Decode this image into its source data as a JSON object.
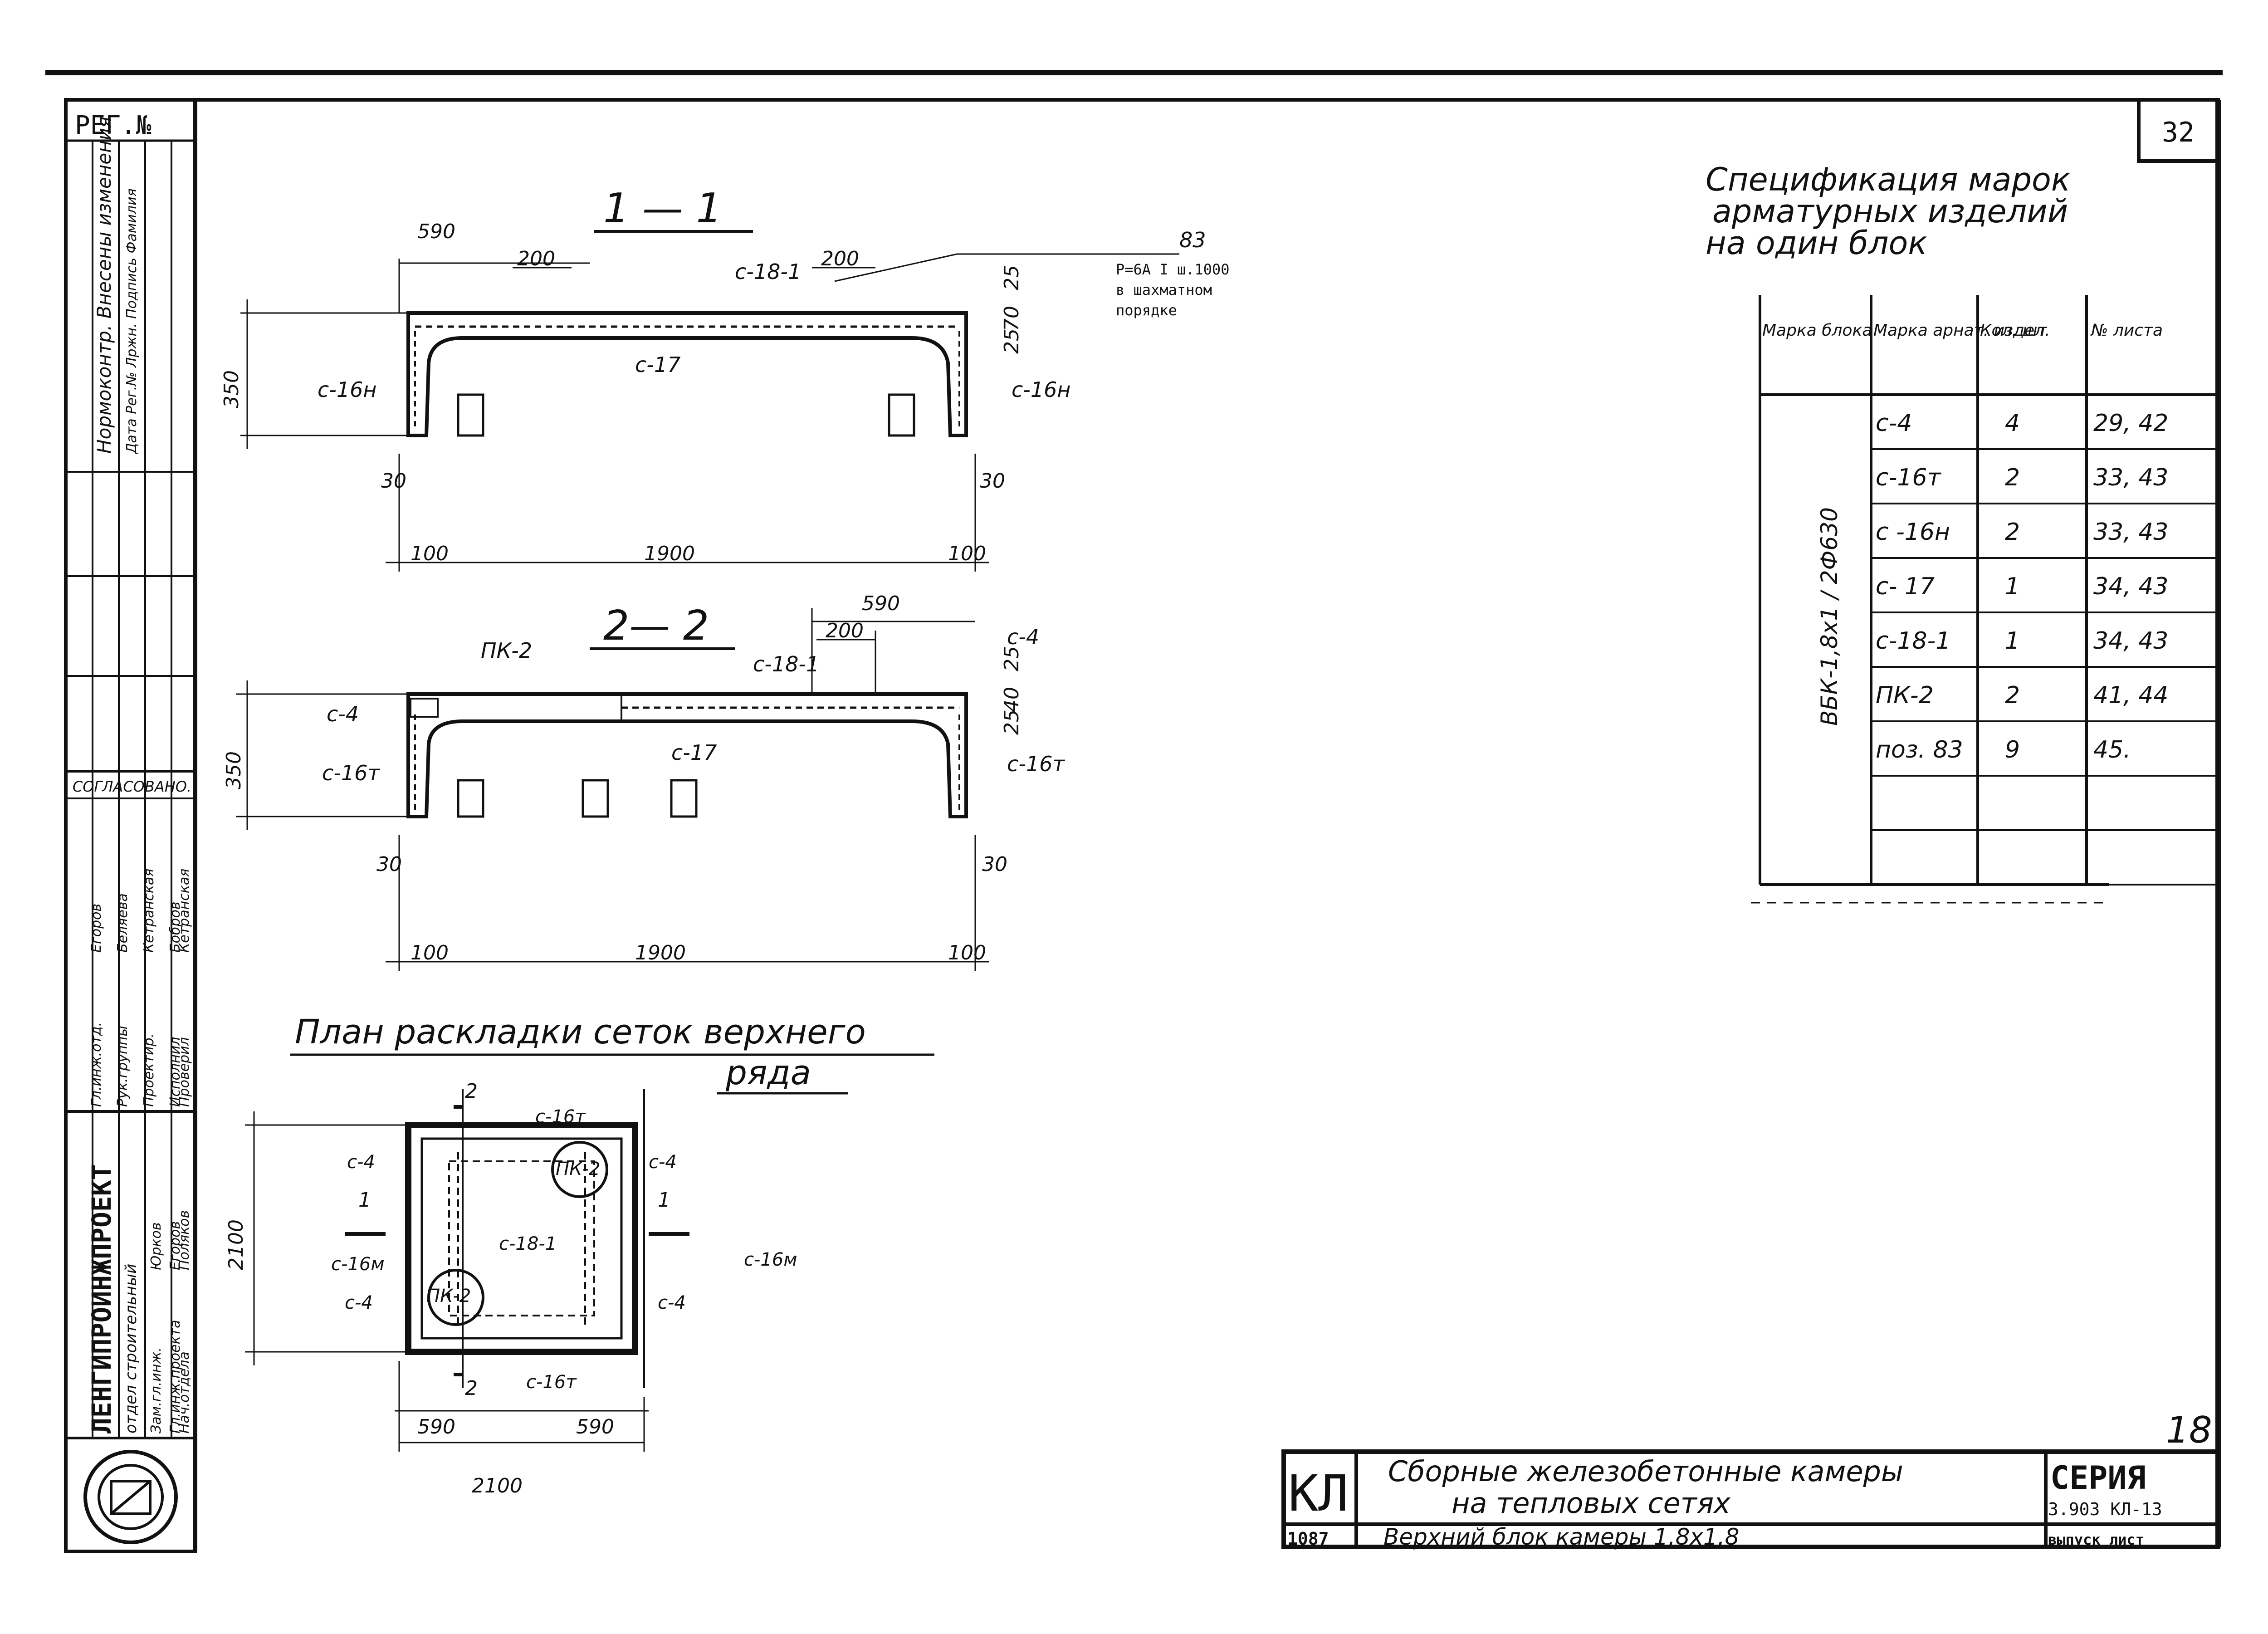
{
  "sheet": {
    "number": "32",
    "page_mark": "18"
  },
  "left_strip": {
    "reg_label": "РЕГ.№",
    "changes_title": "Нормоконтр. Внесены изменения",
    "changes_cols": "Дата Рег.№ Лржн. Подпись Фамилия",
    "agreed": "СОГЛАСОВАНО.",
    "org": "ЛЕНГИПРОИНЖПРОЕКТ",
    "dept": "отдел строительный",
    "roles": [
      "Гл.инж.отд.",
      "Рук.группы",
      "Проектир.",
      "Исполнил",
      "Проверил",
      "Зам.гл.инж.",
      "Гл.инж.проекта",
      "Нач.отдела"
    ],
    "names": [
      "Егоров",
      "Беляева",
      "Кетранская",
      "Бобров",
      "Кетранская",
      "Юрков",
      "Егоров",
      "Поляков"
    ]
  },
  "section_1": {
    "title": "1 — 1",
    "dims": [
      "590",
      "200",
      "200",
      "350",
      "30",
      "30",
      "100",
      "1900",
      "100",
      "25",
      "70",
      "25"
    ],
    "labels": [
      "с-18-1",
      "с-17",
      "с-16н",
      "с-16н"
    ],
    "pos_mark": "83",
    "note_lines": [
      "Р=6А I ш.1000",
      "в шахматном",
      "порядке"
    ]
  },
  "section_2": {
    "title": "2— 2",
    "dims": [
      "590",
      "200",
      "350",
      "30",
      "30",
      "100",
      "1900",
      "100",
      "25",
      "40",
      "25"
    ],
    "labels": [
      "ПК-2",
      "с-18-1",
      "с-4",
      "с-4",
      "с-16т",
      "с-17",
      "с-16т"
    ]
  },
  "plan": {
    "title_line1": "План раскладки сеток верхнего",
    "title_line2": "ряда",
    "dims": [
      "2100",
      "590",
      "590",
      "2100"
    ],
    "labels": [
      "с-16т",
      "с-4",
      "ПК-2",
      "с-4",
      "с-18-1",
      "с-16м",
      "с-16м",
      "ПК-2",
      "с-4",
      "с-4",
      "с-16т"
    ],
    "cut_marks": [
      "2",
      "1",
      "1",
      "2"
    ]
  },
  "specification": {
    "title_lines": [
      "Спецификация марок",
      "арматурных изделий",
      "на один блок"
    ],
    "headers": [
      "Марка блока",
      "Марка арнат. издел.",
      "Кол. шт",
      "№ листа"
    ],
    "block_mark": "ВБК-1,8х1 / 2Ф630",
    "rows": [
      [
        "с-4",
        "4",
        "29, 42"
      ],
      [
        "с-16т",
        "2",
        "33, 43"
      ],
      [
        "с -16н",
        "2",
        "33, 43"
      ],
      [
        "с- 17",
        "1",
        "34, 43"
      ],
      [
        "с-18-1",
        "1",
        "34, 43"
      ],
      [
        "ПК-2",
        "2",
        "41, 44"
      ],
      [
        "поз. 83",
        "9",
        "45."
      ],
      [
        "",
        "",
        ""
      ],
      [
        "",
        "",
        ""
      ]
    ]
  },
  "title_block": {
    "code": "КЛ",
    "title_line1": "Сборные железобетонные камеры",
    "title_line2": "на тепловых сетях",
    "seria_label": "СЕРИЯ",
    "seria_value": "3.903 КЛ-13",
    "year": "1087",
    "subtitle": "Верхний блок камеры 1.8х1.8",
    "issue": "выпуск лист"
  }
}
